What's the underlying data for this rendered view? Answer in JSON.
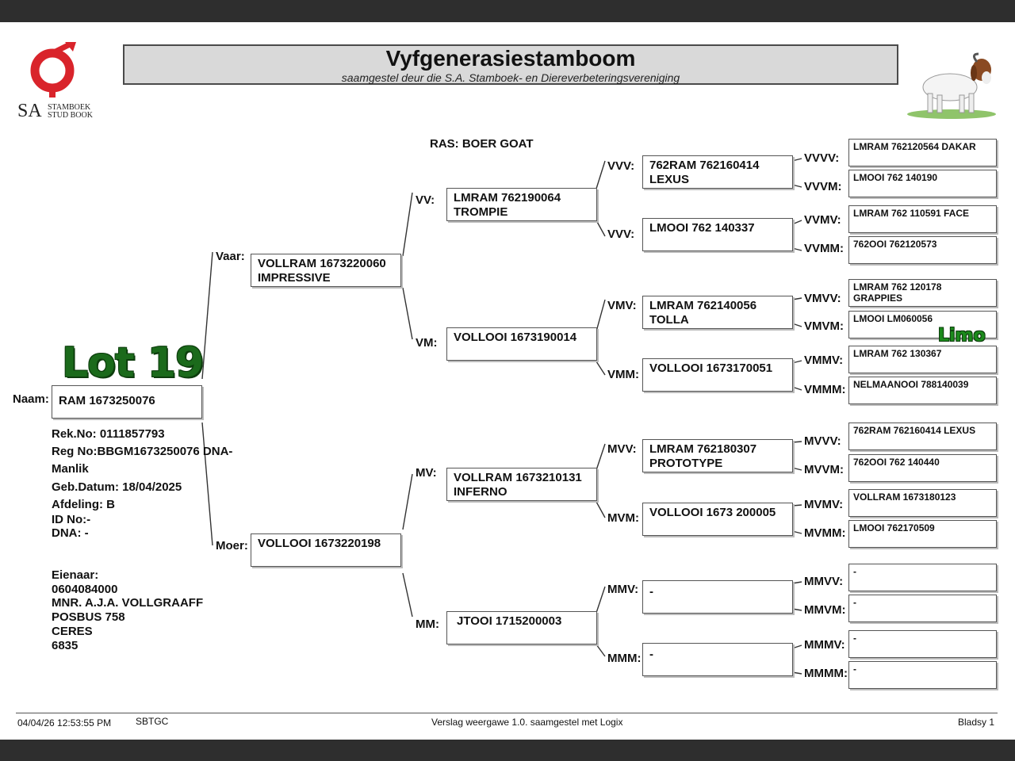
{
  "header": {
    "title": "Vyfgenerasiestamboom",
    "subtitle": "saamgestel deur die S.A. Stamboek- en Diereverbeteringsvereniging",
    "logo_sa": "SA",
    "logo_line1": "STAMBOEK",
    "logo_line2": "STUD BOOK"
  },
  "ras": "RAS: BOER GOAT",
  "overlay": {
    "lot": "Lot 19",
    "limo": "Limo"
  },
  "animal": {
    "label": "Naam:",
    "name": "RAM 1673250076",
    "rek": "Rek.No: 0111857793",
    "reg": "Reg No:BBGM1673250076 DNA-",
    "sex": "Manlik",
    "birth": "Geb.Datum: 18/04/2025",
    "afdeling": "Afdeling: B",
    "idno": "ID No:-",
    "dna": "DNA: -"
  },
  "owner": {
    "label": "Eienaar:",
    "number": "0604084000",
    "name": "MNR. A.J.A. VOLLGRAAFF",
    "address": "POSBUS 758",
    "town": "CERES",
    "code": "6835"
  },
  "gen1": {
    "vaar": {
      "label": "Vaar:",
      "line1": "VOLLRAM 1673220060",
      "line2": "IMPRESSIVE"
    },
    "moer": {
      "label": "Moer:",
      "line1": "VOLLOOI 1673220198",
      "line2": ""
    }
  },
  "gen2": {
    "vv": {
      "label": "VV:",
      "line1": "LMRAM 762190064",
      "line2": "TROMPIE"
    },
    "vm": {
      "label": "VM:",
      "line1": "VOLLOOI 1673190014",
      "line2": ""
    },
    "mv": {
      "label": "MV:",
      "line1": "VOLLRAM 1673210131",
      "line2": "INFERNO"
    },
    "mm": {
      "label": "MM:",
      "line1": "JTOOI 1715200003",
      "line2": ""
    }
  },
  "gen3": {
    "vvv": {
      "label": "VVV:",
      "line1": "762RAM 762160414",
      "line2": "LEXUS"
    },
    "vvm": {
      "label": "VVV:",
      "line1": "LMOOI 762 140337",
      "line2": ""
    },
    "vmv": {
      "label": "VMV:",
      "line1": "LMRAM 762140056",
      "line2": "TOLLA"
    },
    "vmm": {
      "label": "VMM:",
      "line1": "VOLLOOI 1673170051",
      "line2": ""
    },
    "mvv": {
      "label": "MVV:",
      "line1": "LMRAM 762180307",
      "line2": "PROTOTYPE"
    },
    "mvm": {
      "label": "MVM:",
      "line1": "VOLLOOI 1673 200005",
      "line2": ""
    },
    "mmv": {
      "label": "MMV:",
      "line1": "-",
      "line2": ""
    },
    "mmm": {
      "label": "MMM:",
      "line1": "-",
      "line2": ""
    }
  },
  "gen4": {
    "vvvv": {
      "label": "VVVV:",
      "line1": "LMRAM 762120564  DAKAR",
      "line2": ""
    },
    "vvvm": {
      "label": "VVVM:",
      "line1": "LMOOI 762 140190",
      "line2": ""
    },
    "vvmv": {
      "label": "VVMV:",
      "line1": "LMRAM 762 110591 FACE",
      "line2": ""
    },
    "vvmm": {
      "label": "VVMM:",
      "line1": "762OOI 762120573",
      "line2": ""
    },
    "vmvv": {
      "label": "VMVV:",
      "line1": "LMRAM 762 120178",
      "line2": "GRAPPIES"
    },
    "vmvm": {
      "label": "VMVM:",
      "line1": "LMOOI LM060056",
      "line2": ""
    },
    "vmmv": {
      "label": "VMMV:",
      "line1": "LMRAM 762 130367",
      "line2": ""
    },
    "vmmm": {
      "label": "VMMM:",
      "line1": "NELMAANOOI 788140039",
      "line2": ""
    },
    "mvvv": {
      "label": "MVVV:",
      "line1": "762RAM 762160414 LEXUS",
      "line2": ""
    },
    "mvvm": {
      "label": "MVVM:",
      "line1": "762OOI 762 140440",
      "line2": ""
    },
    "mvmv": {
      "label": "MVMV:",
      "line1": "VOLLRAM 1673180123",
      "line2": ""
    },
    "mvmm": {
      "label": "MVMM:",
      "line1": "LMOOI 762170509",
      "line2": ""
    },
    "mmvv": {
      "label": "MMVV:",
      "line1": "-",
      "line2": ""
    },
    "mmvm": {
      "label": "MMVM:",
      "line1": "-",
      "line2": ""
    },
    "mmmv": {
      "label": "MMMV:",
      "line1": "-",
      "line2": ""
    },
    "mmmm": {
      "label": "MMMM:",
      "line1": "-",
      "line2": ""
    }
  },
  "footer": {
    "datetime": "04/04/26 12:53:55 PM",
    "code": "SBTGC",
    "version": "Verslag weergawe 1.0. saamgestel met Logix",
    "page": "Bladsy 1"
  },
  "colors": {
    "logo_red": "#d9242b",
    "title_bg": "#d9d9d9",
    "lot_green": "#1b6a1b"
  }
}
